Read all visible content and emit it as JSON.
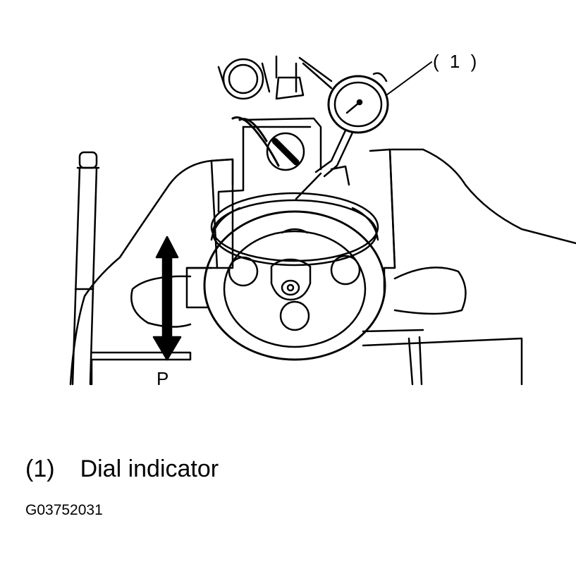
{
  "callout": {
    "marker": "( 1 )"
  },
  "arrow": {
    "label": "P"
  },
  "legend": [
    {
      "number": "(1)",
      "text": "Dial indicator"
    }
  ],
  "figure_code": "G03752031"
}
